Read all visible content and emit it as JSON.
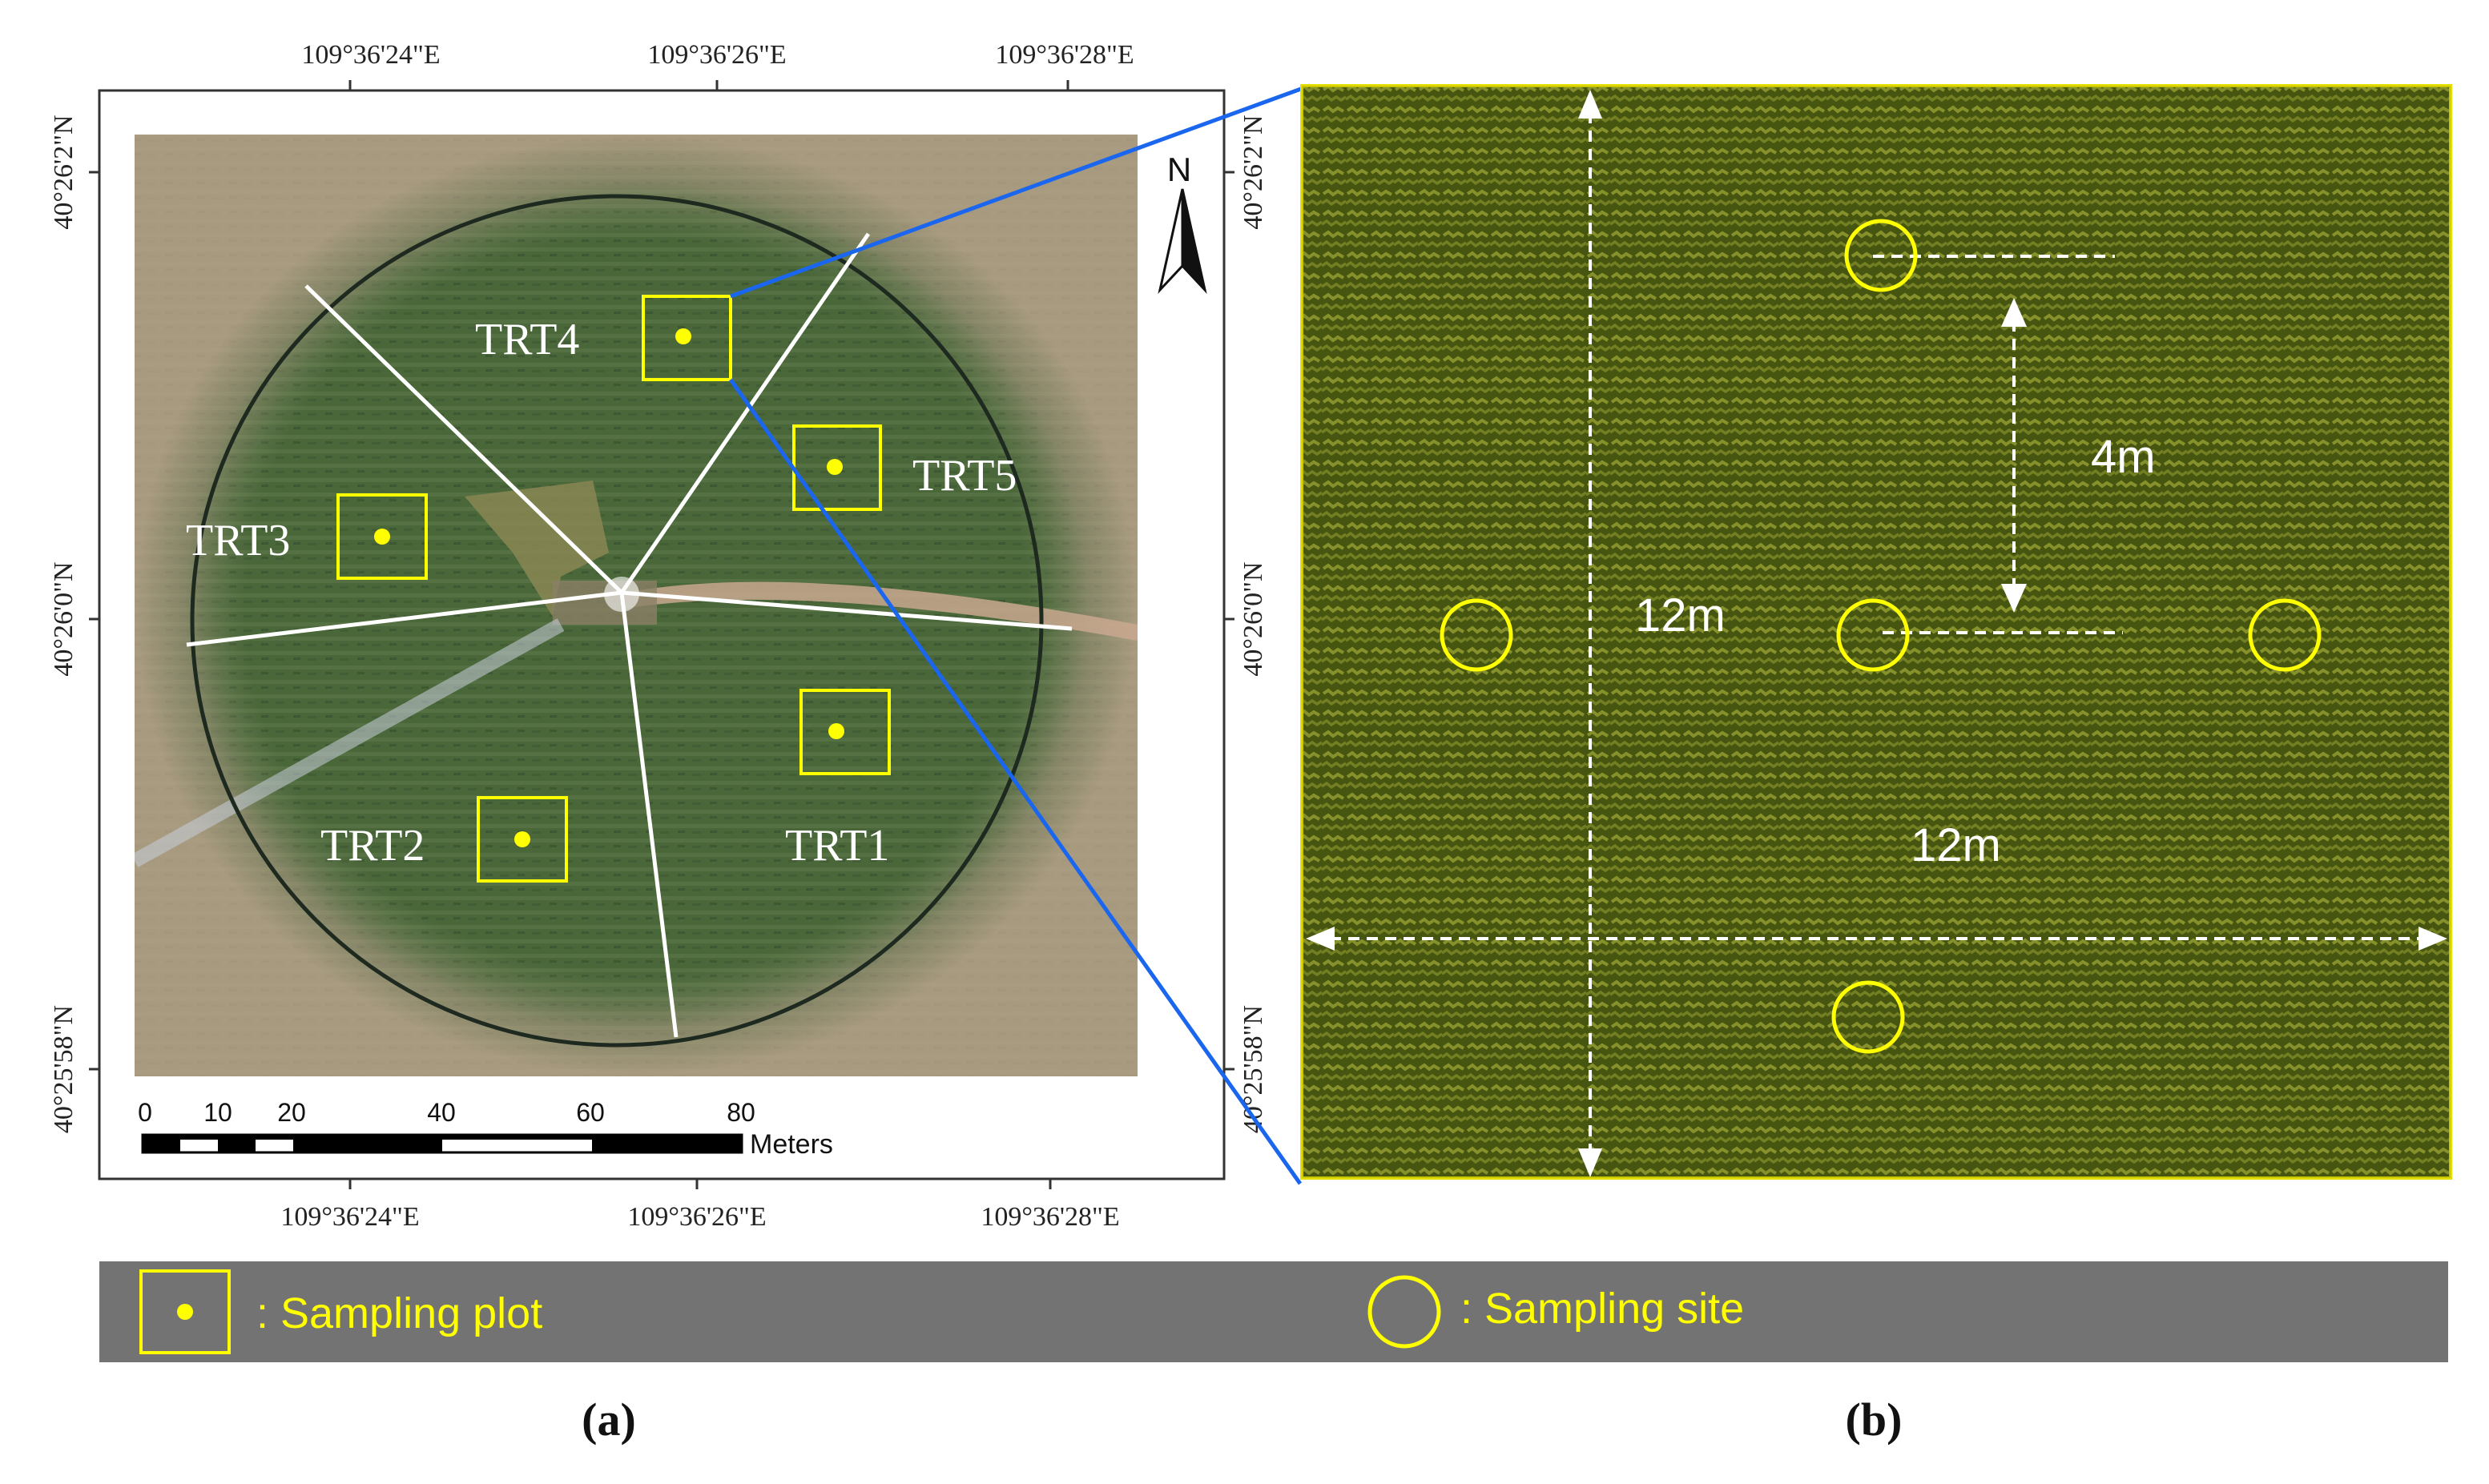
{
  "panel_a": {
    "top_lon_labels": [
      "109°36'24\"E",
      "109°36'26\"E",
      "109°36'28\"E"
    ],
    "bottom_lon_labels": [
      "109°36'24\"E",
      "109°36'26\"E",
      "109°36'28\"E"
    ],
    "left_lat_labels": [
      "40°26'2\"N",
      "40°26'0\"N",
      "40°25'58\"N"
    ],
    "right_lat_labels": [
      "40°26'2\"N",
      "40°26'0\"N",
      "40°25'58\"N"
    ],
    "north_label": "N",
    "plots": [
      {
        "label": "TRT4"
      },
      {
        "label": "TRT5"
      },
      {
        "label": "TRT3"
      },
      {
        "label": "TRT1"
      },
      {
        "label": "TRT2"
      }
    ],
    "scale_ticks": [
      "0",
      "10",
      "20",
      "40",
      "60",
      "80"
    ],
    "scale_unit": "Meters",
    "caption": "(a)"
  },
  "panel_b": {
    "label_12m_vertical": "12m",
    "label_12m_horizontal": "12m",
    "label_4m": "4m",
    "caption": "(b)"
  },
  "legend": {
    "plot_label": ": Sampling plot",
    "site_label": ": Sampling site"
  },
  "colors": {
    "marker": "#ffff00",
    "connector": "#1a66ee",
    "legend_bg": "#737373",
    "field": "#4d6a3c",
    "crop": "#5e6d1d"
  }
}
